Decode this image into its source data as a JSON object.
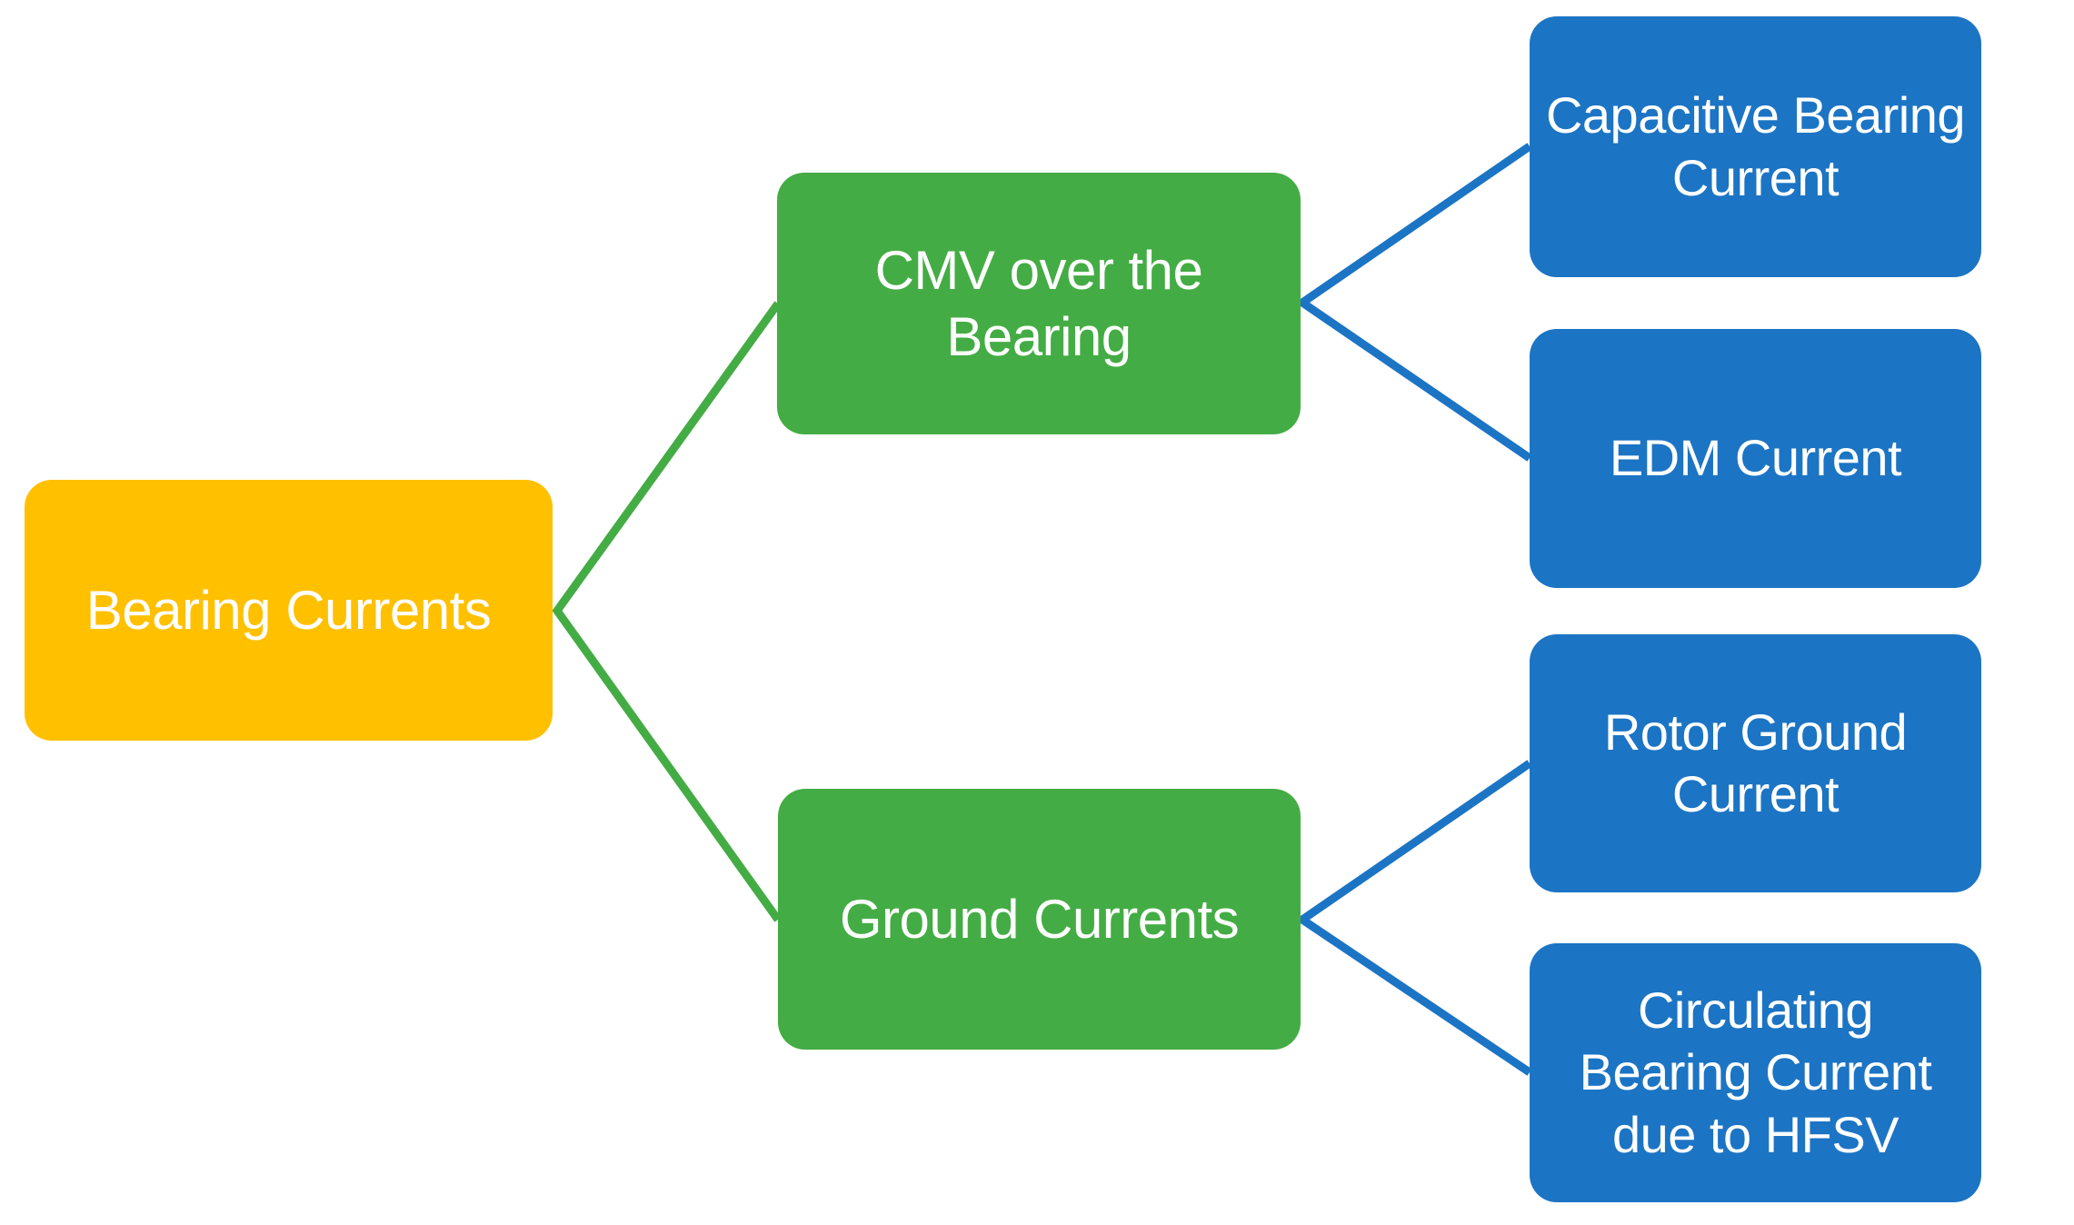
{
  "colors": {
    "root_fill": "#FFC000",
    "level2_fill": "#44AC44",
    "level3_fill": "#1C74C4",
    "connector_green": "#44AC44",
    "connector_blue": "#1C74C4",
    "text": "#FFFFFF",
    "background": "#FFFFFF"
  },
  "diagram": {
    "type": "hierarchy-tree",
    "root": {
      "label": "Bearing Currents"
    },
    "children": [
      {
        "label": "CMV over the\nBearing",
        "children": [
          {
            "label": "Capacitive Bearing\nCurrent"
          },
          {
            "label": "EDM Current"
          }
        ]
      },
      {
        "label": "Ground Currents",
        "children": [
          {
            "label": "Rotor Ground\nCurrent"
          },
          {
            "label": "Circulating\nBearing Current\ndue to HFSV"
          }
        ]
      }
    ]
  }
}
